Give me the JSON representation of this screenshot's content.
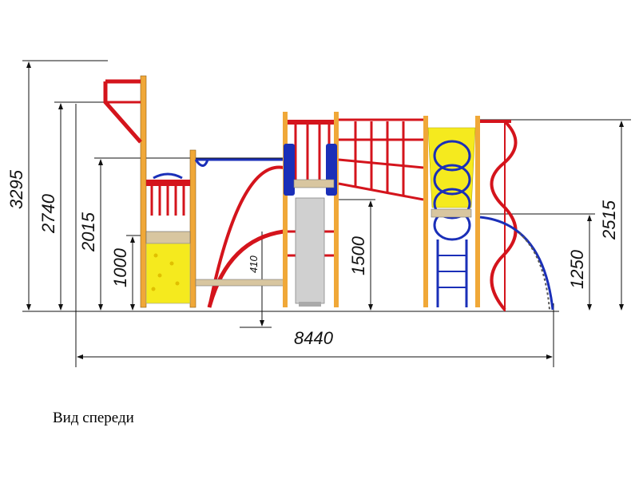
{
  "dimensions": {
    "height_total": "3295",
    "height_roof": "2740",
    "height_top_platform": "2015",
    "height_platform": "1000",
    "height_low_step": "410",
    "height_slide": "1500",
    "width_total": "8440",
    "height_right_tower": "2515",
    "height_right_platform": "1250"
  },
  "caption": "Вид спереди",
  "colors": {
    "red": "#d4141c",
    "yellow": "#f5ea1e",
    "orange_post": "#f0a838",
    "blue": "#1a2fb8",
    "grey": "#c8c8c8",
    "line": "#111111"
  }
}
